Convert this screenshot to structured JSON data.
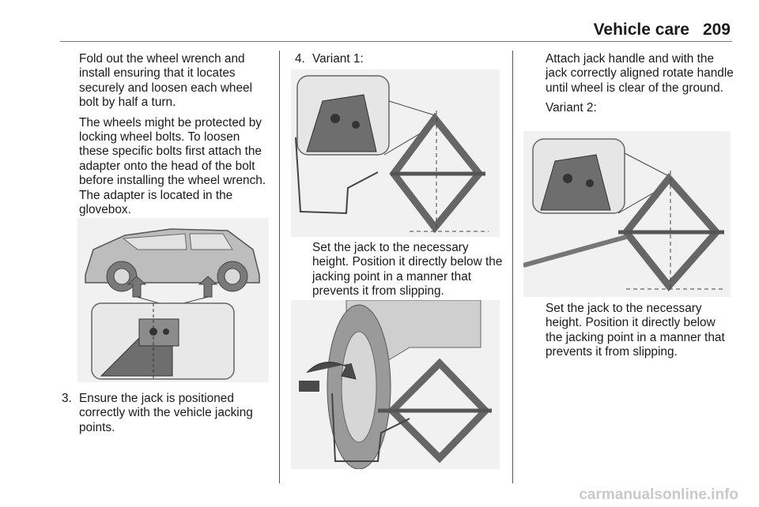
{
  "header": {
    "title": "Vehicle care",
    "page_number": "209"
  },
  "col1": {
    "para1": "Fold out the wheel wrench and install ensuring that it locates securely and loosen each wheel bolt by half a turn.",
    "para2": "The wheels might be protected by locking wheel bolts. To loosen these specific bolts first attach the adapter onto the head of the bolt before installing the wheel wrench. The adapter is located in the glovebox.",
    "step3_num": "3.",
    "step3_text": "Ensure the jack is positioned correctly with the vehicle jacking points."
  },
  "col2": {
    "step4_num": "4.",
    "step4_text": "Variant 1:",
    "para1": "Set the jack to the necessary height. Position it directly below the jacking point in a manner that prevents it from slipping."
  },
  "col3": {
    "para1": "Attach jack handle and with the jack correctly aligned rotate handle until wheel is clear of the ground.",
    "variant2": "Variant 2:",
    "para2": "Set the jack to the necessary height. Position it directly below the jacking point in a manner that prevents it from slipping."
  },
  "footer": {
    "watermark": "carmanualsonline.info"
  },
  "colors": {
    "figure_bg": "#f1f1f1",
    "metal": "#6e6e6e",
    "line": "#333333"
  }
}
